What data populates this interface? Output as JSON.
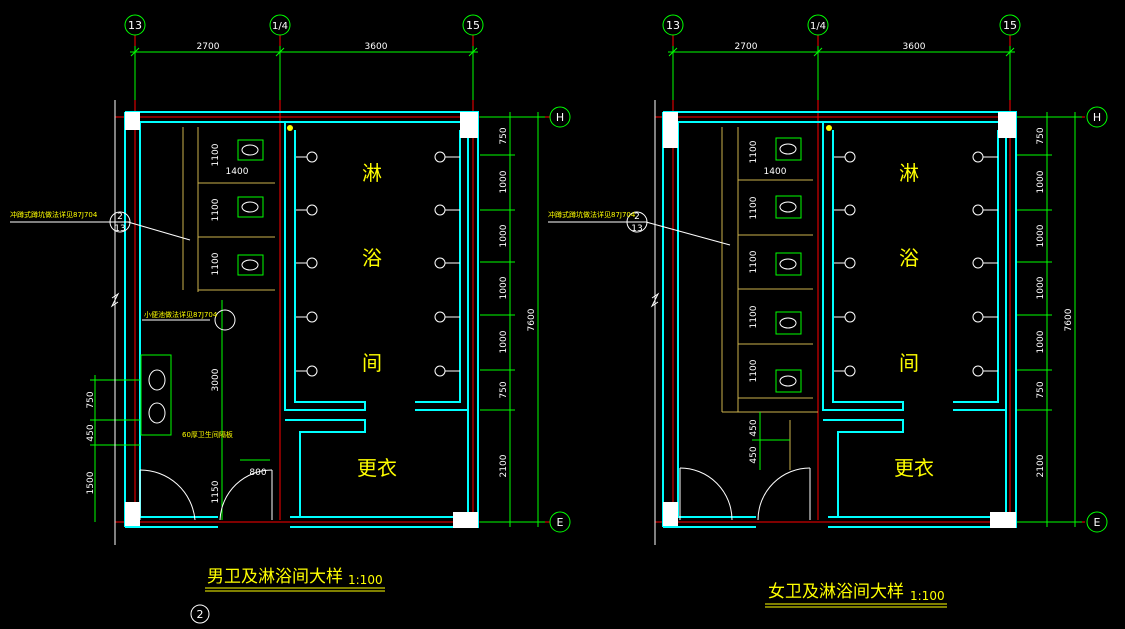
{
  "drawings": [
    {
      "id": "male",
      "title": "男卫及淋浴间大样",
      "scale": "1:100",
      "axes": {
        "left": "13",
        "mid": "1/4",
        "right": "15",
        "top": "H",
        "bottom": "E"
      },
      "top_dims": [
        "2700",
        "3600"
      ],
      "right_dims": [
        "750",
        "1000",
        "1000",
        "1000",
        "1000",
        "750",
        "2100"
      ],
      "overall_dim": "7600",
      "stall_dims": [
        "1100",
        "1100",
        "1100"
      ],
      "stall_width": "1400",
      "room_labels": [
        "淋",
        "浴",
        "间",
        "更衣"
      ],
      "note_a": "冲蹲式蹲坑做法详见87J704",
      "note_b": "小便池做法详见87J704",
      "note_c": "60厚卫生间隔板",
      "detail_num": "2",
      "detail_sheet": "13",
      "misc_dims": [
        "3000",
        "1150",
        "800"
      ],
      "left_dims": [
        "750",
        "450",
        "1500"
      ],
      "footer_mark": "2"
    },
    {
      "id": "female",
      "title": "女卫及淋浴间大样",
      "scale": "1:100",
      "axes": {
        "left": "13",
        "mid": "1/4",
        "right": "15",
        "top": "H",
        "bottom": "E"
      },
      "top_dims": [
        "2700",
        "3600"
      ],
      "right_dims": [
        "750",
        "1000",
        "1000",
        "1000",
        "1000",
        "750",
        "2100"
      ],
      "overall_dim": "7600",
      "stall_dims": [
        "1100",
        "1100",
        "1100",
        "1100",
        "1100"
      ],
      "stall_width": "1400",
      "room_labels": [
        "淋",
        "浴",
        "间",
        "更衣"
      ],
      "note_a": "冲蹲式蹲坑做法详见87J704",
      "detail_num": "2",
      "detail_sheet": "13",
      "left_dims": [
        "450",
        "450"
      ]
    }
  ],
  "colors": {
    "background": "#000000",
    "wall": "#00ffff",
    "axis": "#ff0000",
    "dim": "#00ff00",
    "text": "#ffff00",
    "fixture": "#ffffff",
    "partition": "#ccb24d"
  }
}
